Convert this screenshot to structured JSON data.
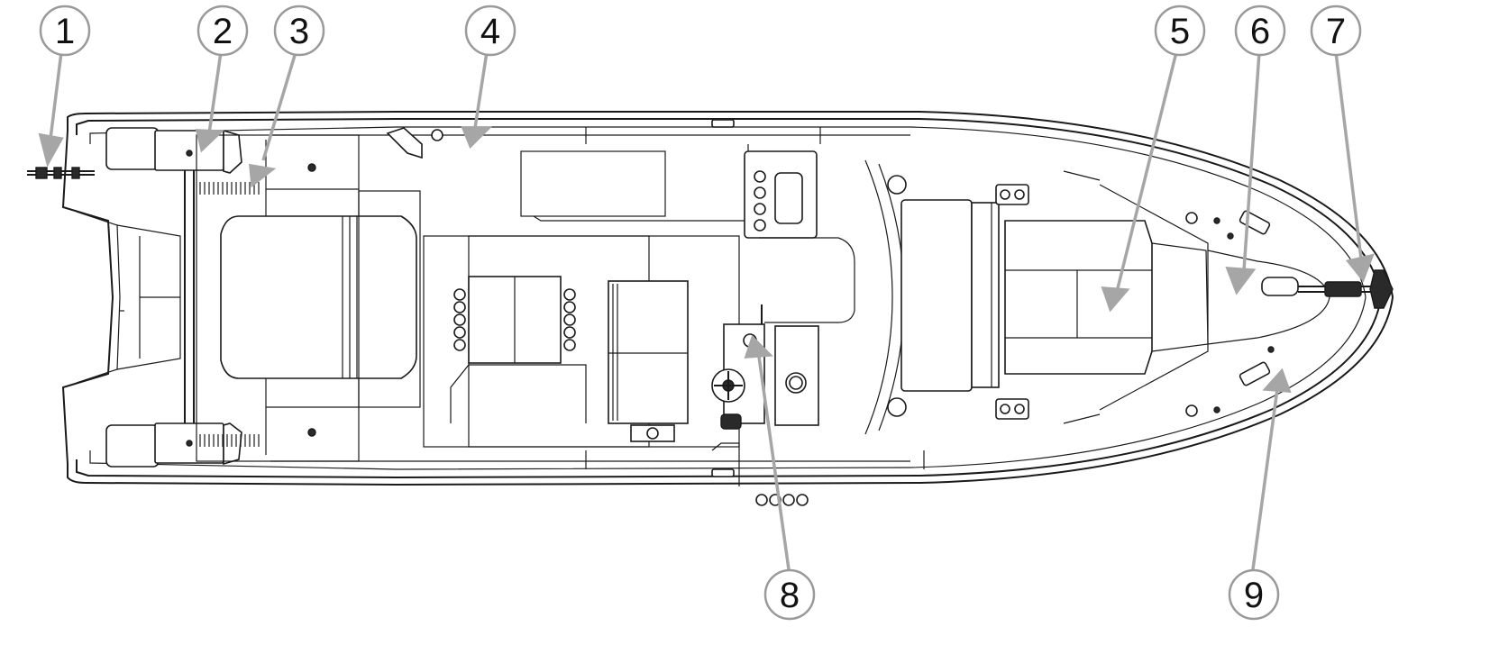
{
  "style": {
    "callout_stroke": "#9a9a9a",
    "callout_fill": "#ffffff",
    "leader_color": "#a6a6a6",
    "line_color": "#1a1a1a"
  },
  "callouts": [
    {
      "label": "1"
    },
    {
      "label": "2"
    },
    {
      "label": "3"
    },
    {
      "label": "4"
    },
    {
      "label": "5"
    },
    {
      "label": "6"
    },
    {
      "label": "7"
    },
    {
      "label": "8"
    },
    {
      "label": "9"
    }
  ]
}
